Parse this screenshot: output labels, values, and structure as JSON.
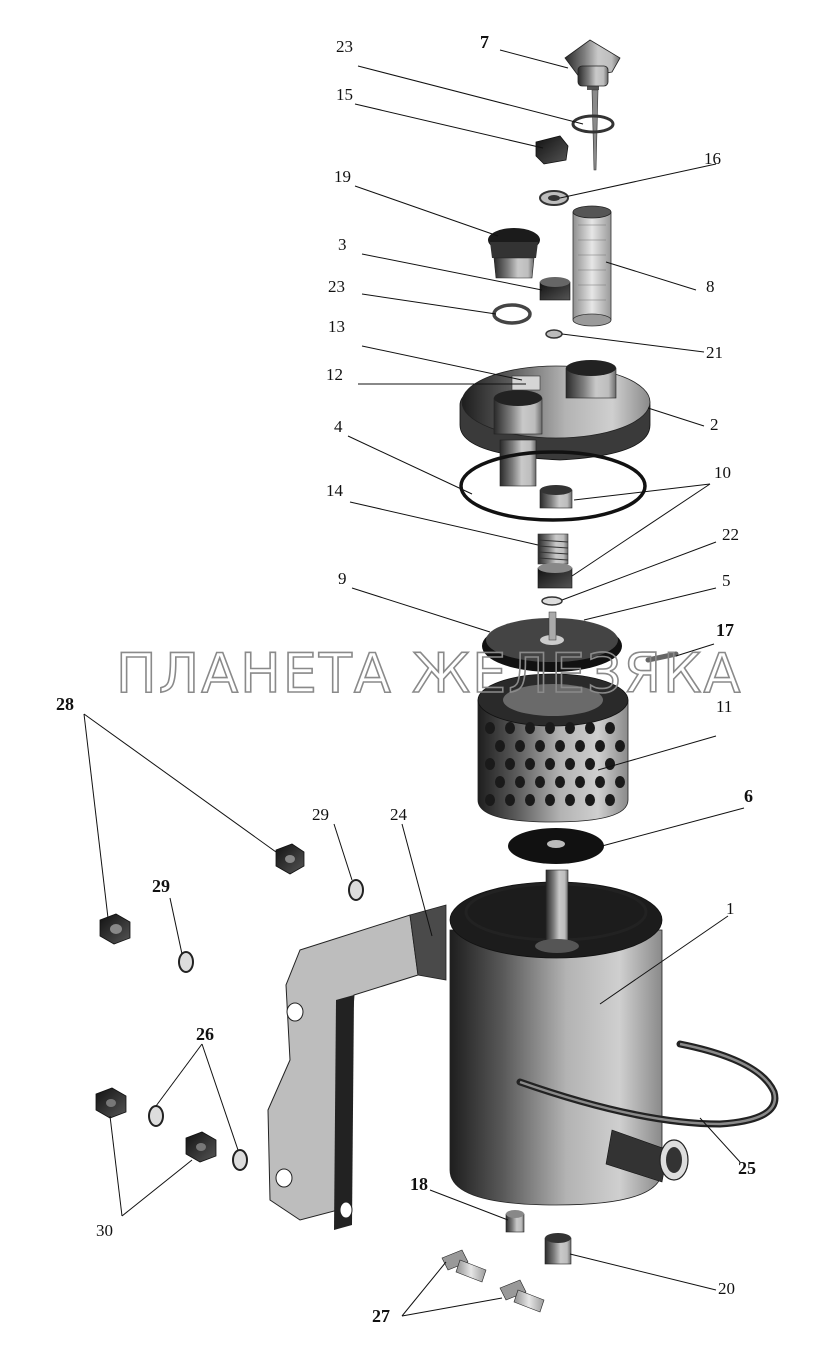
{
  "watermark": "ПЛАНЕТА ЖЕЛЕЗЯКА",
  "callouts": [
    {
      "id": "c7",
      "text": "7",
      "bold": true
    },
    {
      "id": "c23a",
      "text": "23",
      "bold": false
    },
    {
      "id": "c15",
      "text": "15",
      "bold": false
    },
    {
      "id": "c16",
      "text": "16",
      "bold": false
    },
    {
      "id": "c19",
      "text": "19",
      "bold": false
    },
    {
      "id": "c3",
      "text": "3",
      "bold": false
    },
    {
      "id": "c8",
      "text": "8",
      "bold": false
    },
    {
      "id": "c23b",
      "text": "23",
      "bold": false
    },
    {
      "id": "c13",
      "text": "13",
      "bold": false
    },
    {
      "id": "c21",
      "text": "21",
      "bold": false
    },
    {
      "id": "c12",
      "text": "12",
      "bold": false
    },
    {
      "id": "c2",
      "text": "2",
      "bold": false
    },
    {
      "id": "c4",
      "text": "4",
      "bold": false
    },
    {
      "id": "c10",
      "text": "10",
      "bold": false
    },
    {
      "id": "c14",
      "text": "14",
      "bold": false
    },
    {
      "id": "c22",
      "text": "22",
      "bold": false
    },
    {
      "id": "c9",
      "text": "9",
      "bold": false
    },
    {
      "id": "c5",
      "text": "5",
      "bold": false
    },
    {
      "id": "c17",
      "text": "17",
      "bold": true
    },
    {
      "id": "c28",
      "text": "28",
      "bold": true
    },
    {
      "id": "c11",
      "text": "11",
      "bold": false
    },
    {
      "id": "c6",
      "text": "6",
      "bold": true
    },
    {
      "id": "c29a",
      "text": "29",
      "bold": false
    },
    {
      "id": "c24",
      "text": "24",
      "bold": false
    },
    {
      "id": "c29b",
      "text": "29",
      "bold": true
    },
    {
      "id": "c1",
      "text": "1",
      "bold": false
    },
    {
      "id": "c26",
      "text": "26",
      "bold": true
    },
    {
      "id": "c25",
      "text": "25",
      "bold": true
    },
    {
      "id": "c18",
      "text": "18",
      "bold": true
    },
    {
      "id": "c30",
      "text": "30",
      "bold": false
    },
    {
      "id": "c20",
      "text": "20",
      "bold": false
    },
    {
      "id": "c27",
      "text": "27",
      "bold": true
    }
  ]
}
